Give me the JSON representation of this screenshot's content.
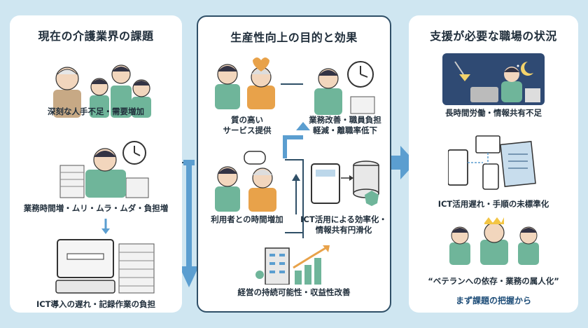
{
  "left_panel": {
    "title": "現在の介護業界の課題",
    "items": [
      "深刻な人手不足・需要増加",
      "業務時間増・ムリ・ムラ・ムダ・負担増",
      "ICT導入の遅れ・記録作業の負担"
    ]
  },
  "center_panel": {
    "title": "生産性向上の目的と効果",
    "items": [
      [
        "質の高い",
        "サービス提供"
      ],
      [
        "業務改善・職員負担",
        "軽減・離職率低下"
      ],
      [
        "利用者との時間増加"
      ],
      [
        "ICT活用による効率化・",
        "情報共有円滑化"
      ],
      [
        "経営の持続可能性・収益性改善"
      ]
    ]
  },
  "right_panel": {
    "title": "支援が必要な職場の状況",
    "items": [
      "長時間労働・情報共有不足",
      "ICT活用遅れ・手順の未標準化",
      "“ベテランへの依存・業務の属人化”"
    ],
    "footer": "まず課題の把握から"
  },
  "colors": {
    "background": "#cfe6f1",
    "arrow_blue": "#5b9ed0",
    "scrub_green": "#6fb59a",
    "outline": "#2f4f67"
  }
}
